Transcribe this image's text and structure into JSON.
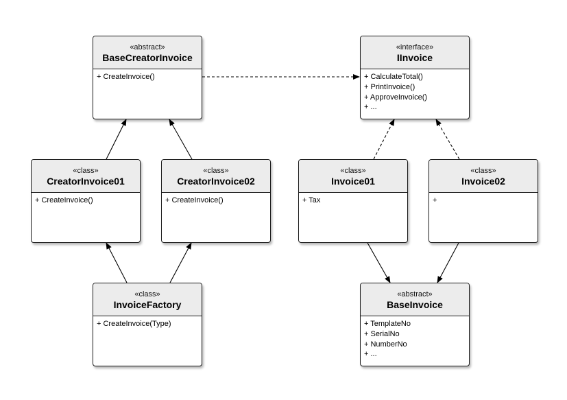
{
  "colors": {
    "border": "#1a1a1a",
    "header_fill": "#ececec",
    "background": "#ffffff",
    "line": "#000000"
  },
  "classes": {
    "base_creator_invoice": {
      "stereotype": "«abstract»",
      "name": "BaseCreatorInvoice",
      "members": [
        "+ CreateInvoice()"
      ]
    },
    "iinvoice": {
      "stereotype": "«interface»",
      "name": "IInvoice",
      "members": [
        "+ CalculateTotal()",
        "+ PrintInvoice()",
        "+ ApproveInvoice()",
        "+ ..."
      ]
    },
    "creator_invoice01": {
      "stereotype": "«class»",
      "name": "CreatorInvoice01",
      "members": [
        "+ CreateInvoice()"
      ]
    },
    "creator_invoice02": {
      "stereotype": "«class»",
      "name": "CreatorInvoice02",
      "members": [
        "+ CreateInvoice()"
      ]
    },
    "invoice01": {
      "stereotype": "«class»",
      "name": "Invoice01",
      "members": [
        "+ Tax"
      ]
    },
    "invoice02": {
      "stereotype": "«class»",
      "name": "Invoice02",
      "members": [
        "+"
      ]
    },
    "invoice_factory": {
      "stereotype": "«class»",
      "name": "InvoiceFactory",
      "members": [
        "+ CreateInvoice(Type)"
      ]
    },
    "base_invoice": {
      "stereotype": "«abstract»",
      "name": "BaseInvoice",
      "members": [
        "+ TemplateNo",
        "+ SerialNo",
        "+ NumberNo",
        "+ ..."
      ]
    }
  },
  "relations": [
    {
      "from": "base_creator_invoice",
      "to": "iinvoice",
      "style": "dashed"
    },
    {
      "from": "creator_invoice01",
      "to": "base_creator_invoice",
      "style": "solid"
    },
    {
      "from": "creator_invoice02",
      "to": "base_creator_invoice",
      "style": "solid"
    },
    {
      "from": "invoice01",
      "to": "iinvoice",
      "style": "dashed"
    },
    {
      "from": "invoice02",
      "to": "iinvoice",
      "style": "dashed"
    },
    {
      "from": "invoice_factory",
      "to": "creator_invoice01",
      "style": "solid"
    },
    {
      "from": "invoice_factory",
      "to": "creator_invoice02",
      "style": "solid"
    },
    {
      "from": "invoice01",
      "to": "base_invoice",
      "style": "solid"
    },
    {
      "from": "invoice02",
      "to": "base_invoice",
      "style": "solid"
    }
  ]
}
